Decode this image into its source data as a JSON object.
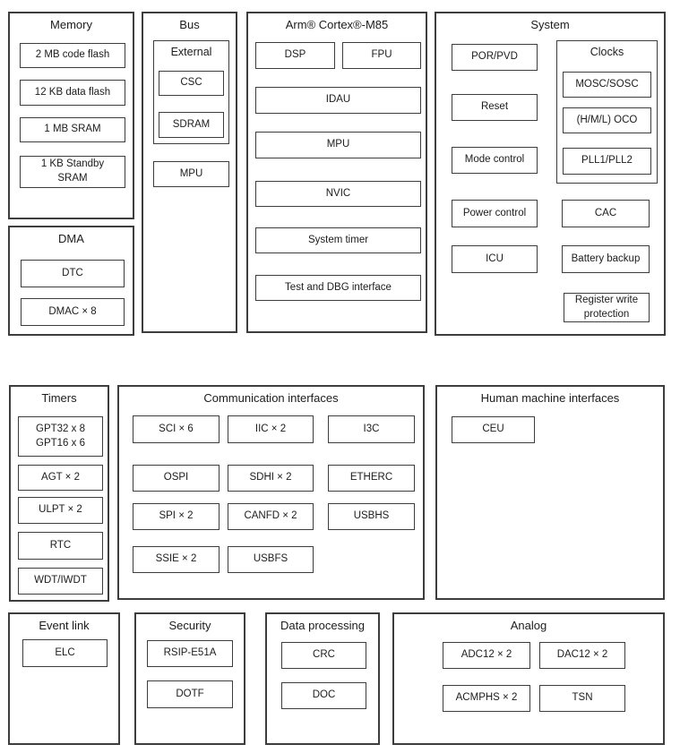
{
  "diagram": {
    "colors": {
      "border": "#3d3d3d",
      "text": "#1c1c1c",
      "background": "#ffffff"
    },
    "panels": {
      "memory": {
        "title": "Memory",
        "items": [
          "2 MB code flash",
          "12 KB data flash",
          "1 MB SRAM",
          "1 KB Standby\nSRAM"
        ]
      },
      "dma": {
        "title": "DMA",
        "items": [
          "DTC",
          "DMAC × 8"
        ]
      },
      "bus": {
        "title": "Bus",
        "external": {
          "title": "External",
          "items": [
            "CSC",
            "SDRAM"
          ]
        },
        "items": [
          "MPU"
        ]
      },
      "cortex": {
        "title": "Arm® Cortex®-M85",
        "items": [
          "DSP",
          "FPU",
          "IDAU",
          "MPU",
          "NVIC",
          "System timer",
          "Test and DBG interface"
        ]
      },
      "system": {
        "title": "System",
        "left_items": [
          "POR/PVD",
          "Reset",
          "Mode control",
          "Power control",
          "ICU"
        ],
        "clocks": {
          "title": "Clocks",
          "items": [
            "MOSC/SOSC",
            "(H/M/L) OCO",
            "PLL1/PLL2"
          ]
        },
        "right_items": [
          "CAC",
          "Battery backup",
          "Register write\nprotection"
        ]
      },
      "timers": {
        "title": "Timers",
        "items": [
          "GPT32 x 8\nGPT16 x 6",
          "AGT × 2",
          "ULPT × 2",
          "RTC",
          "WDT/IWDT"
        ]
      },
      "comm": {
        "title": "Communication interfaces",
        "items": [
          "SCI × 6",
          "IIC × 2",
          "I3C",
          "OSPI",
          "SDHI × 2",
          "ETHERC",
          "SPI × 2",
          "CANFD × 2",
          "USBHS",
          "SSIE × 2",
          "USBFS"
        ]
      },
      "hmi": {
        "title": "Human machine interfaces",
        "items": [
          "CEU"
        ]
      },
      "event_link": {
        "title": "Event link",
        "items": [
          "ELC"
        ]
      },
      "security": {
        "title": "Security",
        "items": [
          "RSIP-E51A",
          "DOTF"
        ]
      },
      "data_processing": {
        "title": "Data processing",
        "items": [
          "CRC",
          "DOC"
        ]
      },
      "analog": {
        "title": "Analog",
        "items": [
          "ADC12 × 2",
          "DAC12 × 2",
          "ACMPHS × 2",
          "TSN"
        ]
      }
    }
  }
}
